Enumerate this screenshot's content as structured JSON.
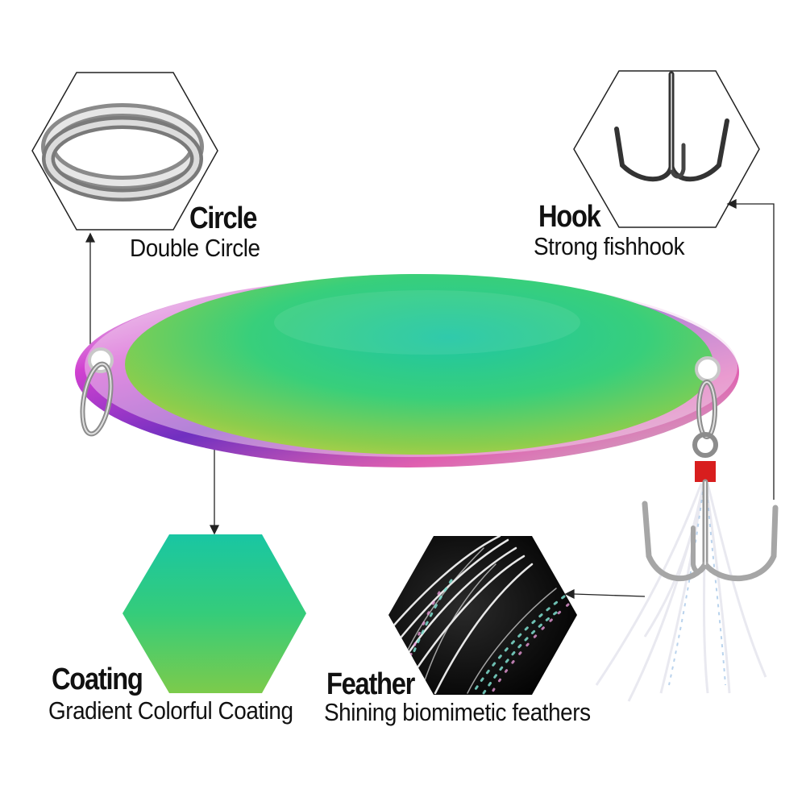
{
  "features": {
    "circle": {
      "title": "Circle",
      "subtitle": "Double Circle"
    },
    "hook": {
      "title": "Hook",
      "subtitle": "Strong fishhook"
    },
    "coating": {
      "title": "Coating",
      "subtitle": "Gradient Colorful Coating"
    },
    "feather": {
      "title": "Feather",
      "subtitle": "Shining biomimetic feathers"
    }
  },
  "colors": {
    "lure_green": "#3fcf7a",
    "lure_teal": "#1fbf9f",
    "lure_yellow": "#b6d24a",
    "lure_magenta": "#c040c8",
    "thread_red": "#d81e1e",
    "metal": "#b8b8b8"
  }
}
